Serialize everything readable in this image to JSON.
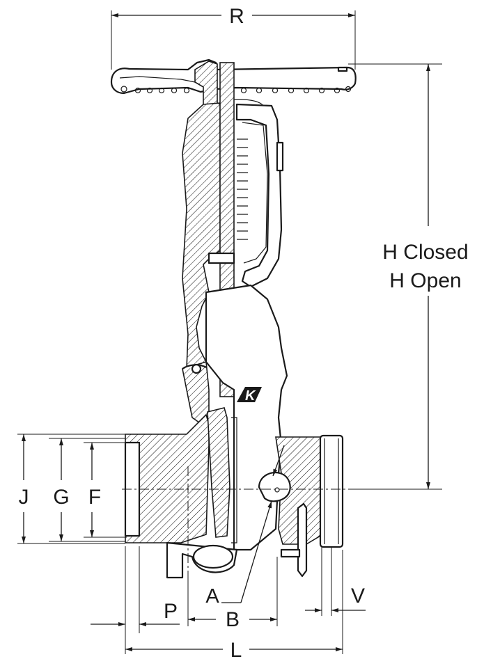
{
  "dimensions": {
    "R": "R",
    "H_closed": "H Closed",
    "H_open": "H Open",
    "J": "J",
    "G": "G",
    "F": "F",
    "A": "A",
    "B": "B",
    "P": "P",
    "V": "V",
    "L": "L"
  },
  "logo": "K"
}
